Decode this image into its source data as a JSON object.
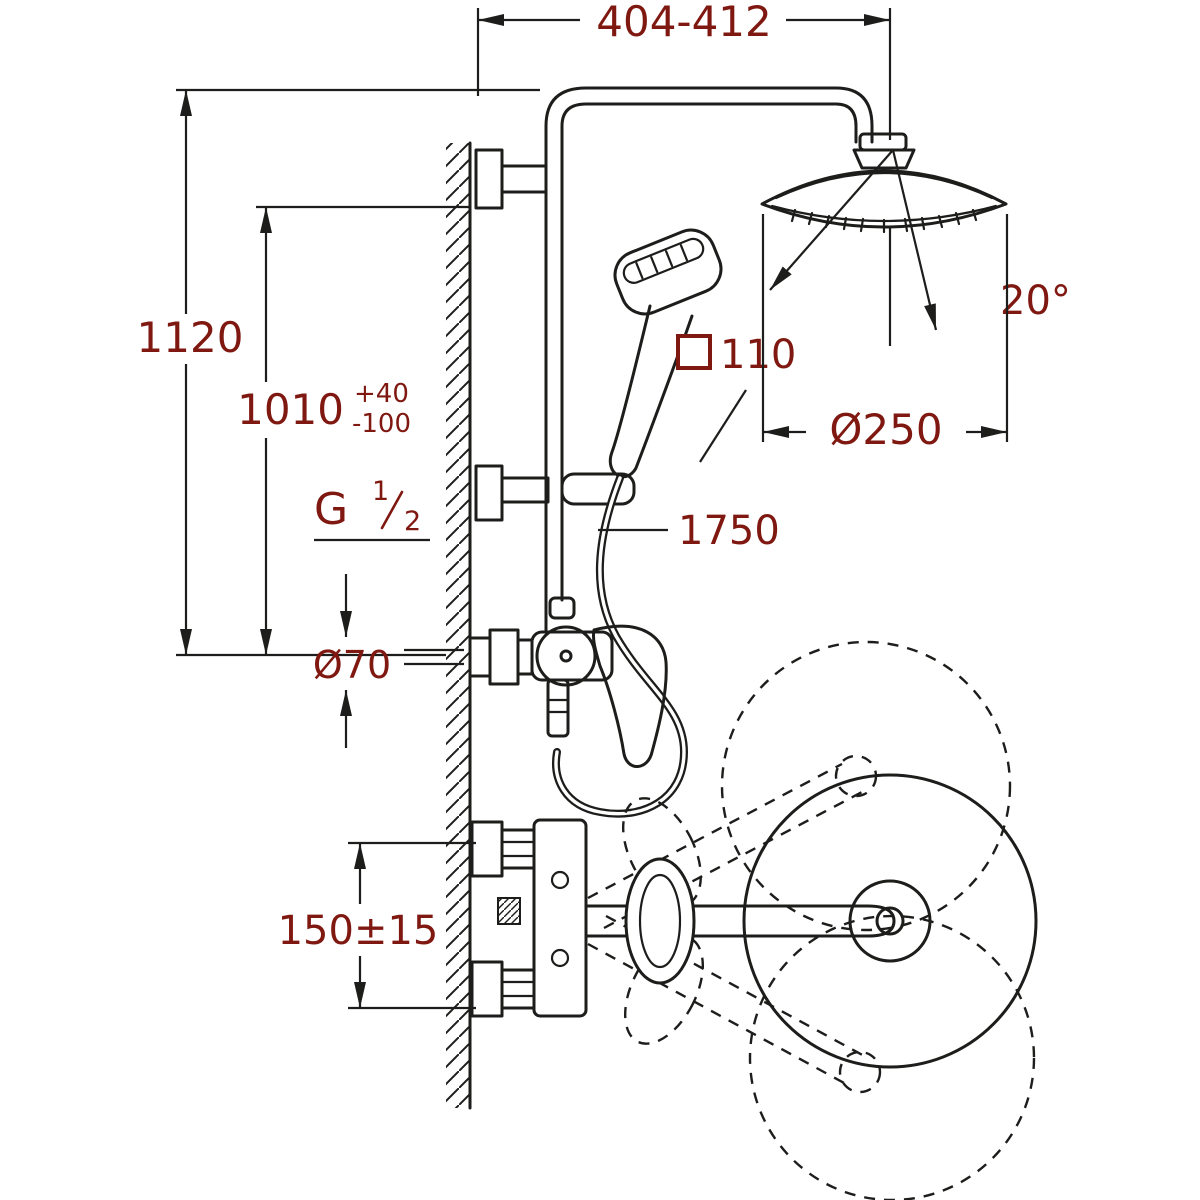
{
  "diagram": {
    "kind": "technical-dimension-drawing",
    "subject": "Wall-mounted shower system with head shower, hand shower, mixer and swivel bath spout positions",
    "colors": {
      "line": "#1d1d1b",
      "dimension_text": "#7f1810",
      "background": "#ffffff"
    },
    "labels": {
      "top_width": "404-412",
      "overall_height": "1120",
      "column_height": "1010",
      "column_height_tol_plus": "+40",
      "column_height_tol_minus": "-100",
      "head_tilt_angle": "20°",
      "hand_shower_face_size": "110",
      "head_shower_diameter": "Ø250",
      "hose_length": "1750",
      "thread_letter": "G",
      "thread_numerator": "1",
      "thread_denominator": "2",
      "escutcheon_diameter": "Ø70",
      "connection_spacing": "150±15"
    }
  }
}
